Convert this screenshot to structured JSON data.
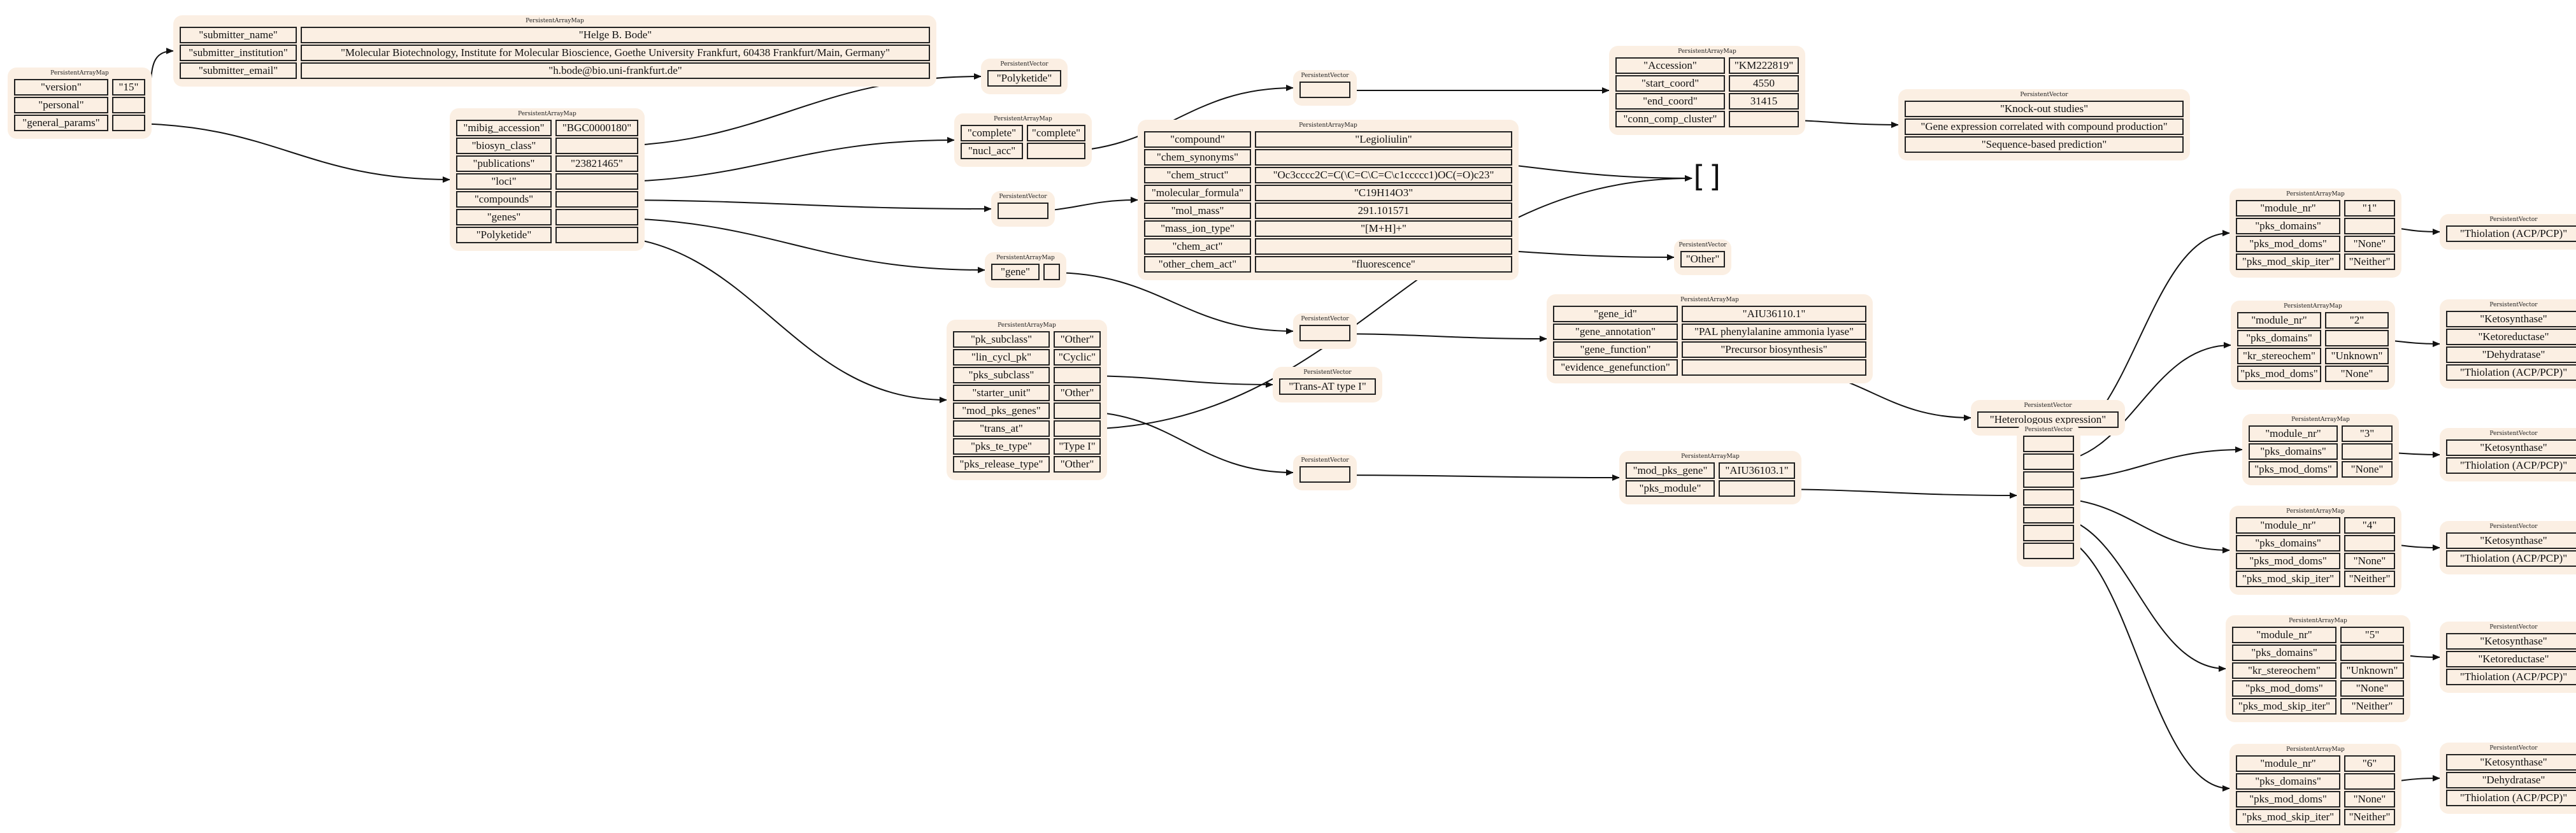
{
  "diagram": {
    "nodes": [
      {
        "id": "root",
        "kind": "map",
        "title": "PersistentArrayMap",
        "rows": [
          [
            "\"version\"",
            "\"15\""
          ],
          [
            "\"personal\"",
            ""
          ],
          [
            "\"general_params\"",
            ""
          ]
        ]
      },
      {
        "id": "personal",
        "kind": "map",
        "title": "PersistentArrayMap",
        "rows": [
          [
            "\"submitter_name\"",
            "\"Helge B. Bode\""
          ],
          [
            "\"submitter_institution\"",
            "\"Molecular Biotechnology, Institute for Molecular Bioscience, Goethe University Frankfurt, 60438 Frankfurt/Main, Germany\""
          ],
          [
            "\"submitter_email\"",
            "\"h.bode@bio.uni-frankfurt.de\""
          ]
        ]
      },
      {
        "id": "general",
        "kind": "map",
        "title": "PersistentArrayMap",
        "rows": [
          [
            "\"mibig_accession\"",
            "\"BGC0000180\""
          ],
          [
            "\"biosyn_class\"",
            ""
          ],
          [
            "\"publications\"",
            "\"23821465\""
          ],
          [
            "\"loci\"",
            ""
          ],
          [
            "\"compounds\"",
            ""
          ],
          [
            "\"genes\"",
            ""
          ],
          [
            "\"Polyketide\"",
            ""
          ]
        ]
      },
      {
        "id": "biosyn",
        "kind": "vector",
        "title": "PersistentVector",
        "items": [
          "\"Polyketide\""
        ]
      },
      {
        "id": "loci",
        "kind": "map",
        "title": "PersistentArrayMap",
        "rows": [
          [
            "\"complete\"",
            "\"complete\""
          ],
          [
            "\"nucl_acc\"",
            ""
          ]
        ]
      },
      {
        "id": "nuclvec",
        "kind": "vector",
        "title": "PersistentVector",
        "items": [
          ""
        ]
      },
      {
        "id": "nuclacc",
        "kind": "map",
        "title": "PersistentArrayMap",
        "rows": [
          [
            "\"Accession\"",
            "\"KM222819\""
          ],
          [
            "\"start_coord\"",
            "4550"
          ],
          [
            "\"end_coord\"",
            "31415"
          ],
          [
            "\"conn_comp_cluster\"",
            ""
          ]
        ]
      },
      {
        "id": "conncomp",
        "kind": "vector",
        "title": "PersistentVector",
        "items": [
          "\"Knock-out studies\"",
          "\"Gene expression correlated with compound production\"",
          "\"Sequence-based prediction\""
        ]
      },
      {
        "id": "compvec",
        "kind": "vector",
        "title": "PersistentVector",
        "items": [
          ""
        ]
      },
      {
        "id": "compound",
        "kind": "map",
        "title": "PersistentArrayMap",
        "rows": [
          [
            "\"compound\"",
            "\"Legioliulin\""
          ],
          [
            "\"chem_synonyms\"",
            ""
          ],
          [
            "\"chem_struct\"",
            "\"Oc3cccc2C=C(\\C=C\\C=C\\c1ccccc1)OC(=O)c23\""
          ],
          [
            "\"molecular_formula\"",
            "\"C19H14O3\""
          ],
          [
            "\"mol_mass\"",
            "291.101571"
          ],
          [
            "\"mass_ion_type\"",
            "\"[M+H]+\""
          ],
          [
            "\"chem_act\"",
            ""
          ],
          [
            "\"other_chem_act\"",
            "\"fluorescence\""
          ]
        ]
      },
      {
        "id": "empty",
        "kind": "text",
        "text": "[]"
      },
      {
        "id": "chemact",
        "kind": "vector",
        "title": "PersistentVector",
        "items": [
          "\"Other\""
        ]
      },
      {
        "id": "genes",
        "kind": "map",
        "title": "PersistentArrayMap",
        "rows": [
          [
            "\"gene\"",
            ""
          ]
        ]
      },
      {
        "id": "genevec",
        "kind": "vector",
        "title": "PersistentVector",
        "items": [
          ""
        ]
      },
      {
        "id": "gene",
        "kind": "map",
        "title": "PersistentArrayMap",
        "rows": [
          [
            "\"gene_id\"",
            "\"AIU36110.1\""
          ],
          [
            "\"gene_annotation\"",
            "\"PAL phenylalanine ammonia lyase\""
          ],
          [
            "\"gene_function\"",
            "\"Precursor biosynthesis\""
          ],
          [
            "\"evidence_genefunction\"",
            ""
          ]
        ]
      },
      {
        "id": "evvec",
        "kind": "vector",
        "title": "PersistentVector",
        "items": [
          "\"Heterologous expression\""
        ]
      },
      {
        "id": "pk",
        "kind": "map",
        "title": "PersistentArrayMap",
        "rows": [
          [
            "\"pk_subclass\"",
            "\"Other\""
          ],
          [
            "\"lin_cycl_pk\"",
            "\"Cyclic\""
          ],
          [
            "\"pks_subclass\"",
            ""
          ],
          [
            "\"starter_unit\"",
            "\"Other\""
          ],
          [
            "\"mod_pks_genes\"",
            ""
          ],
          [
            "\"trans_at\"",
            ""
          ],
          [
            "\"pks_te_type\"",
            "\"Type I\""
          ],
          [
            "\"pks_release_type\"",
            "\"Other\""
          ]
        ]
      },
      {
        "id": "pkssub",
        "kind": "vector",
        "title": "PersistentVector",
        "items": [
          "\"Trans-AT type I\""
        ]
      },
      {
        "id": "modvec",
        "kind": "vector",
        "title": "PersistentVector",
        "items": [
          ""
        ]
      },
      {
        "id": "modgene",
        "kind": "map",
        "title": "PersistentArrayMap",
        "rows": [
          [
            "\"mod_pks_gene\"",
            "\"AIU36103.1\""
          ],
          [
            "\"pks_module\"",
            ""
          ]
        ]
      },
      {
        "id": "modlist",
        "kind": "vector",
        "title": "PersistentVector",
        "items": [
          "",
          "",
          "",
          "",
          "",
          "",
          ""
        ]
      },
      {
        "id": "m1",
        "kind": "map",
        "title": "PersistentArrayMap",
        "rows": [
          [
            "\"module_nr\"",
            "\"1\""
          ],
          [
            "\"pks_domains\"",
            ""
          ],
          [
            "\"pks_mod_doms\"",
            "\"None\""
          ],
          [
            "\"pks_mod_skip_iter\"",
            "\"Neither\""
          ]
        ]
      },
      {
        "id": "m1d",
        "kind": "vector",
        "title": "PersistentVector",
        "items": [
          "\"Thiolation (ACP/PCP)\""
        ]
      },
      {
        "id": "m2",
        "kind": "map",
        "title": "PersistentArrayMap",
        "rows": [
          [
            "\"module_nr\"",
            "\"2\""
          ],
          [
            "\"pks_domains\"",
            ""
          ],
          [
            "\"kr_stereochem\"",
            "\"Unknown\""
          ],
          [
            "\"pks_mod_doms\"",
            "\"None\""
          ]
        ]
      },
      {
        "id": "m2d",
        "kind": "vector",
        "title": "PersistentVector",
        "items": [
          "\"Ketosynthase\"",
          "\"Ketoreductase\"",
          "\"Dehydratase\"",
          "\"Thiolation (ACP/PCP)\""
        ]
      },
      {
        "id": "m3",
        "kind": "map",
        "title": "PersistentArrayMap",
        "rows": [
          [
            "\"module_nr\"",
            "\"3\""
          ],
          [
            "\"pks_domains\"",
            ""
          ],
          [
            "\"pks_mod_doms\"",
            "\"None\""
          ]
        ]
      },
      {
        "id": "m3d",
        "kind": "vector",
        "title": "PersistentVector",
        "items": [
          "\"Ketosynthase\"",
          "\"Thiolation (ACP/PCP)\""
        ]
      },
      {
        "id": "m4",
        "kind": "map",
        "title": "PersistentArrayMap",
        "rows": [
          [
            "\"module_nr\"",
            "\"4\""
          ],
          [
            "\"pks_domains\"",
            ""
          ],
          [
            "\"pks_mod_doms\"",
            "\"None\""
          ],
          [
            "\"pks_mod_skip_iter\"",
            "\"Neither\""
          ]
        ]
      },
      {
        "id": "m4d",
        "kind": "vector",
        "title": "PersistentVector",
        "items": [
          "\"Ketosynthase\"",
          "\"Thiolation (ACP/PCP)\""
        ]
      },
      {
        "id": "m5",
        "kind": "map",
        "title": "PersistentArrayMap",
        "rows": [
          [
            "\"module_nr\"",
            "\"5\""
          ],
          [
            "\"pks_domains\"",
            ""
          ],
          [
            "\"kr_stereochem\"",
            "\"Unknown\""
          ],
          [
            "\"pks_mod_doms\"",
            "\"None\""
          ],
          [
            "\"pks_mod_skip_iter\"",
            "\"Neither\""
          ]
        ]
      },
      {
        "id": "m5d",
        "kind": "vector",
        "title": "PersistentVector",
        "items": [
          "\"Ketosynthase\"",
          "\"Ketoreductase\"",
          "\"Thiolation (ACP/PCP)\""
        ]
      },
      {
        "id": "m6",
        "kind": "map",
        "title": "PersistentArrayMap",
        "rows": [
          [
            "\"module_nr\"",
            "\"6\""
          ],
          [
            "\"pks_domains\"",
            ""
          ],
          [
            "\"pks_mod_doms\"",
            "\"None\""
          ],
          [
            "\"pks_mod_skip_iter\"",
            "\"Neither\""
          ]
        ]
      },
      {
        "id": "m6d",
        "kind": "vector",
        "title": "PersistentVector",
        "items": [
          "\"Ketosynthase\"",
          "\"Dehydratase\"",
          "\"Thiolation (ACP/PCP)\""
        ]
      }
    ],
    "edges": [
      {
        "from": "root",
        "row": 1,
        "to": "personal"
      },
      {
        "from": "root",
        "row": 2,
        "to": "general"
      },
      {
        "from": "general",
        "row": 1,
        "to": "biosyn"
      },
      {
        "from": "general",
        "row": 3,
        "to": "loci"
      },
      {
        "from": "general",
        "row": 4,
        "to": "compvec"
      },
      {
        "from": "general",
        "row": 5,
        "to": "genes"
      },
      {
        "from": "general",
        "row": 6,
        "to": "pk"
      },
      {
        "from": "loci",
        "row": 1,
        "to": "nuclvec"
      },
      {
        "from": "nuclvec",
        "row": 0,
        "to": "nuclacc"
      },
      {
        "from": "nuclacc",
        "row": 3,
        "to": "conncomp"
      },
      {
        "from": "compvec",
        "row": 0,
        "to": "compound"
      },
      {
        "from": "compound",
        "row": 1,
        "to": "empty"
      },
      {
        "from": "compound",
        "row": 6,
        "to": "chemact"
      },
      {
        "from": "genes",
        "row": 0,
        "to": "genevec"
      },
      {
        "from": "genevec",
        "row": 0,
        "to": "gene"
      },
      {
        "from": "gene",
        "row": 3,
        "to": "evvec"
      },
      {
        "from": "pk",
        "row": 2,
        "to": "pkssub"
      },
      {
        "from": "pk",
        "row": 4,
        "to": "modvec"
      },
      {
        "from": "pk",
        "row": 5,
        "to": "empty"
      },
      {
        "from": "modvec",
        "row": 0,
        "to": "modgene"
      },
      {
        "from": "modgene",
        "row": 1,
        "to": "modlist"
      },
      {
        "from": "modlist",
        "row": 0,
        "to": "m1"
      },
      {
        "from": "modlist",
        "row": 1,
        "to": "m2"
      },
      {
        "from": "modlist",
        "row": 2,
        "to": "m3"
      },
      {
        "from": "modlist",
        "row": 3,
        "to": "m4"
      },
      {
        "from": "modlist",
        "row": 4,
        "to": "m5"
      },
      {
        "from": "modlist",
        "row": 5,
        "to": "m6"
      },
      {
        "from": "m1",
        "row": 1,
        "to": "m1d"
      },
      {
        "from": "m2",
        "row": 1,
        "to": "m2d"
      },
      {
        "from": "m3",
        "row": 1,
        "to": "m3d"
      },
      {
        "from": "m4",
        "row": 1,
        "to": "m4d"
      },
      {
        "from": "m5",
        "row": 1,
        "to": "m5d"
      },
      {
        "from": "m6",
        "row": 1,
        "to": "m6d"
      }
    ]
  }
}
